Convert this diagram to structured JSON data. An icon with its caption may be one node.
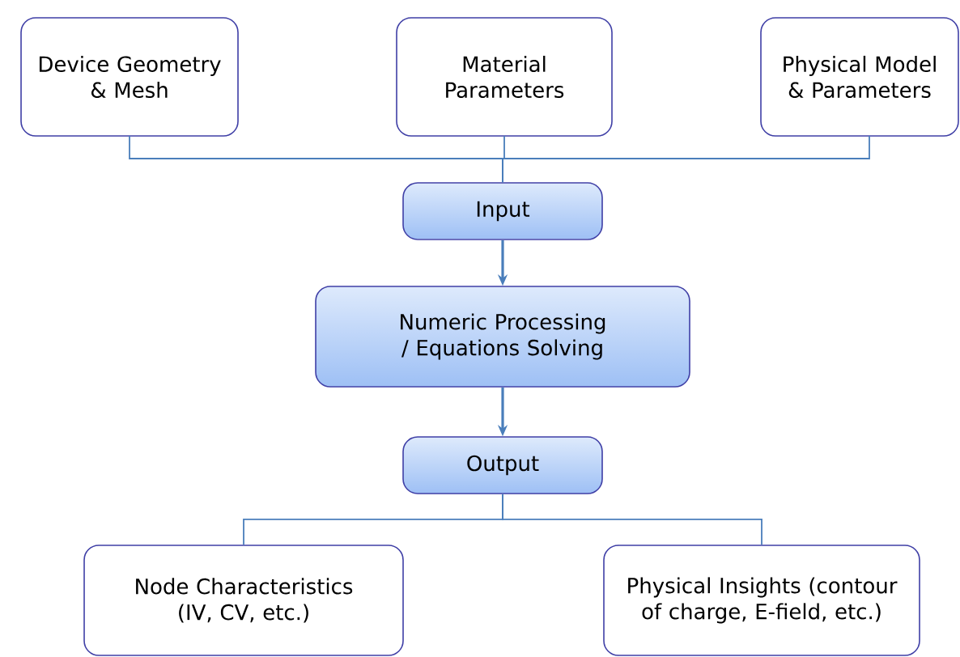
{
  "diagram": {
    "nodes": [
      {
        "text": [
          "Device Geometry & Mesh"
        ]
      },
      {
        "text": [
          "Material Parameters"
        ]
      },
      {
        "text": [
          "Physical Model & Parameters"
        ]
      },
      {
        "text": [
          "Input"
        ]
      },
      {
        "text": [
          "Numeric Processing / Equations Solving"
        ]
      },
      {
        "text": [
          "Output"
        ]
      },
      {
        "text": [
          "Node Characteristics (IV, CV, etc.)"
        ]
      },
      {
        "text": [
          "Physical Insights (contour of charge, E-field, etc.)"
        ]
      }
    ],
    "edges": [
      {
        "from": 0,
        "to": 3,
        "arrow": "none"
      },
      {
        "from": 1,
        "to": 3,
        "arrow": "none"
      },
      {
        "from": 2,
        "to": 3,
        "arrow": "none"
      },
      {
        "from": 3,
        "to": 4,
        "arrow": "to"
      },
      {
        "from": 4,
        "to": 5,
        "arrow": "to"
      },
      {
        "from": 5,
        "to": 6,
        "arrow": "none"
      },
      {
        "from": 5,
        "to": 7,
        "arrow": "none"
      }
    ]
  }
}
